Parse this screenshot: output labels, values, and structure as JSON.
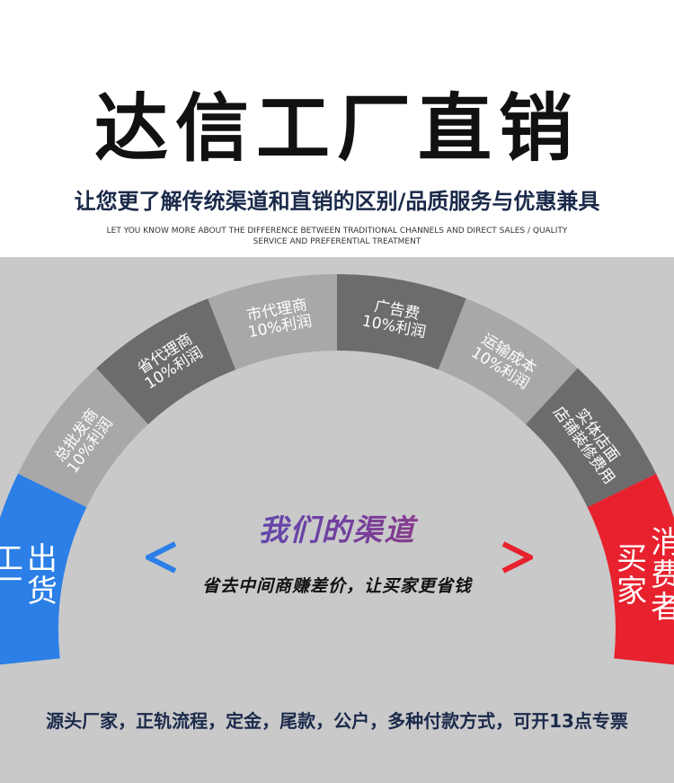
{
  "header": {
    "title": "达信工厂直销",
    "subtitle": "让您更了解传统渠道和直销的区别/品质服务与优惠兼具",
    "subtitle_en": "LET YOU KNOW MORE ABOUT THE DIFFERENCE BETWEEN TRADITIONAL CHANNELS AND DIRECT SALES / QUALITY SERVICE AND PREFERENTIAL TREATMENT"
  },
  "arc": {
    "left_end": {
      "lines": [
        "工厂",
        "出货"
      ],
      "color": "#2b7fe6"
    },
    "right_end": {
      "lines": [
        "消费者",
        "买家"
      ],
      "color": "#e8212e"
    },
    "segments": [
      {
        "lines": [
          "总批发商",
          "10%利润"
        ],
        "color": "#a8a8a8"
      },
      {
        "lines": [
          "省代理商",
          "10%利润"
        ],
        "color": "#6c6c6c"
      },
      {
        "lines": [
          "市代理商",
          "10%利润"
        ],
        "color": "#a8a8a8"
      },
      {
        "lines": [
          "广告费",
          "10%利润"
        ],
        "color": "#6c6c6c"
      },
      {
        "lines": [
          "运输成本",
          "10%利润"
        ],
        "color": "#a8a8a8"
      },
      {
        "lines": [
          "实体店面",
          "店铺装修费用"
        ],
        "color": "#6c6c6c"
      }
    ]
  },
  "center": {
    "title": "我们的渠道",
    "subtitle": "省去中间商赚差价，让买家更省钱",
    "arrow_colors": [
      "#2b7fe6",
      "#e8212e"
    ]
  },
  "footer": {
    "text": "源头厂家，正轨流程，定金，尾款，公户，多种付款方式，可开13点专票"
  }
}
